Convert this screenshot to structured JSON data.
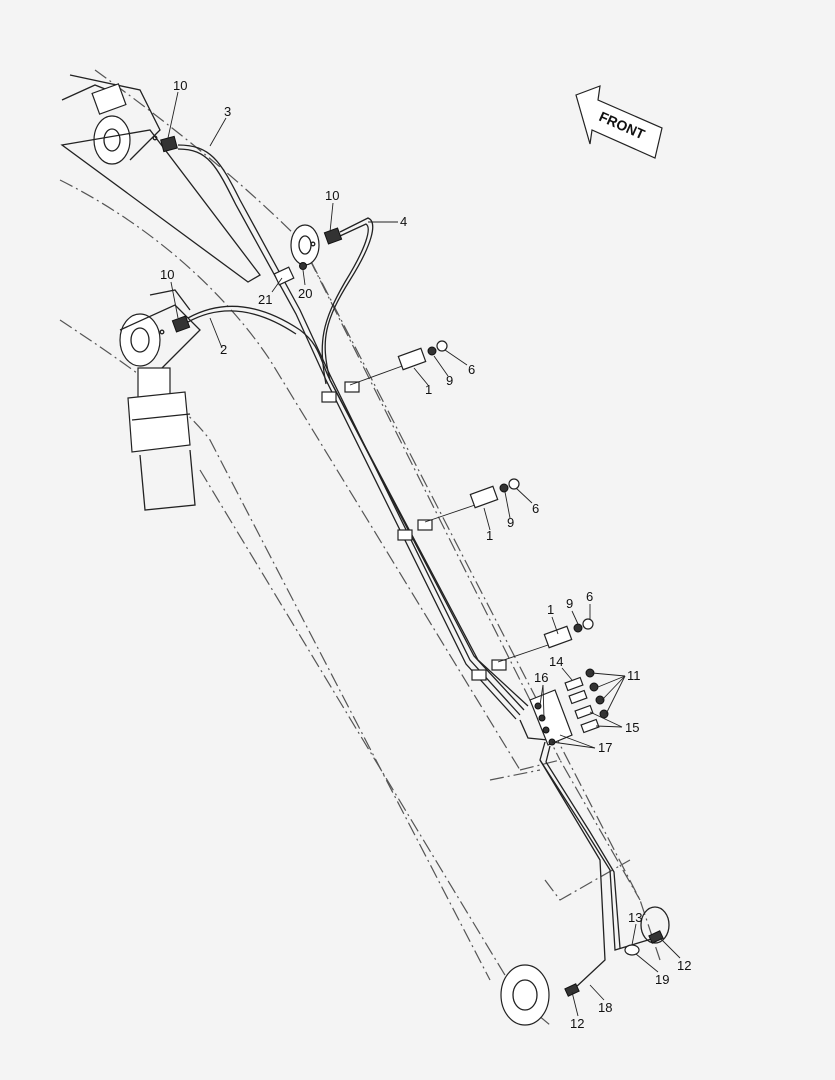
{
  "direction": {
    "label": "FRONT"
  },
  "callouts": [
    {
      "id": "c10a",
      "text": "10"
    },
    {
      "id": "c3",
      "text": "3"
    },
    {
      "id": "c10b",
      "text": "10"
    },
    {
      "id": "c4",
      "text": "4"
    },
    {
      "id": "c21",
      "text": "21"
    },
    {
      "id": "c20",
      "text": "20"
    },
    {
      "id": "c10c",
      "text": "10"
    },
    {
      "id": "c2",
      "text": "2"
    },
    {
      "id": "c1a",
      "text": "1"
    },
    {
      "id": "c9a",
      "text": "9"
    },
    {
      "id": "c6a",
      "text": "6"
    },
    {
      "id": "c1b",
      "text": "1"
    },
    {
      "id": "c9b",
      "text": "9"
    },
    {
      "id": "c6b",
      "text": "6"
    },
    {
      "id": "c1c",
      "text": "1"
    },
    {
      "id": "c9c",
      "text": "9"
    },
    {
      "id": "c6c",
      "text": "6"
    },
    {
      "id": "c14",
      "text": "14"
    },
    {
      "id": "c11",
      "text": "11"
    },
    {
      "id": "c16",
      "text": "16"
    },
    {
      "id": "c15",
      "text": "15"
    },
    {
      "id": "c17",
      "text": "17"
    },
    {
      "id": "c13",
      "text": "13"
    },
    {
      "id": "c12a",
      "text": "12"
    },
    {
      "id": "c19",
      "text": "19"
    },
    {
      "id": "c12b",
      "text": "12"
    },
    {
      "id": "c18",
      "text": "18"
    }
  ]
}
